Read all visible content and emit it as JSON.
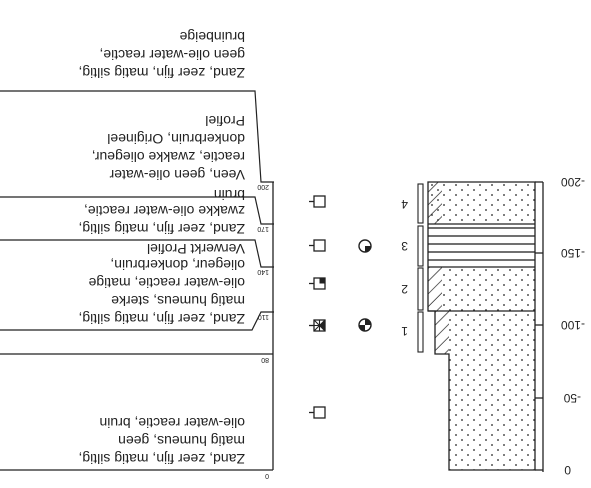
{
  "depth_axis": {
    "ticks": [
      "0",
      "-50",
      "-100",
      "-150",
      "-200"
    ],
    "top_value": "0",
    "bottom_value": "-200"
  },
  "units": [
    {
      "number": "1"
    },
    {
      "number": "2"
    },
    {
      "number": "3"
    },
    {
      "number": "4"
    }
  ],
  "descriptions": [
    {
      "depth": "0",
      "lines": [
        "Zand, zeer fijn, matig siltig,",
        "matig humeus, geen",
        "olie-water reactie, bruin"
      ]
    },
    {
      "depth": "80",
      "lines": []
    },
    {
      "depth": "110",
      "lines": [
        "Zand, zeer fijn, matig siltig,",
        "matig humeus, sterke",
        "olie-water reactie, matige",
        "oliegeur, donkerbruin,",
        "Verwerkt Profiel"
      ]
    },
    {
      "depth": "140",
      "lines": [
        "Zand, zeer fijn, matig siltig,",
        "zwakke olie-water reactie,",
        "bruin"
      ]
    },
    {
      "depth": "170",
      "lines": [
        "Veen, geen olie-water",
        "reactie, zwakke oliegeur,",
        "donkerbruin, Origineel",
        "Profiel"
      ]
    },
    {
      "depth": "200",
      "lines": [
        "Zand, zeer fijn, matig siltig,",
        "geen olie-water reactie,",
        "bruinbeige"
      ]
    }
  ]
}
